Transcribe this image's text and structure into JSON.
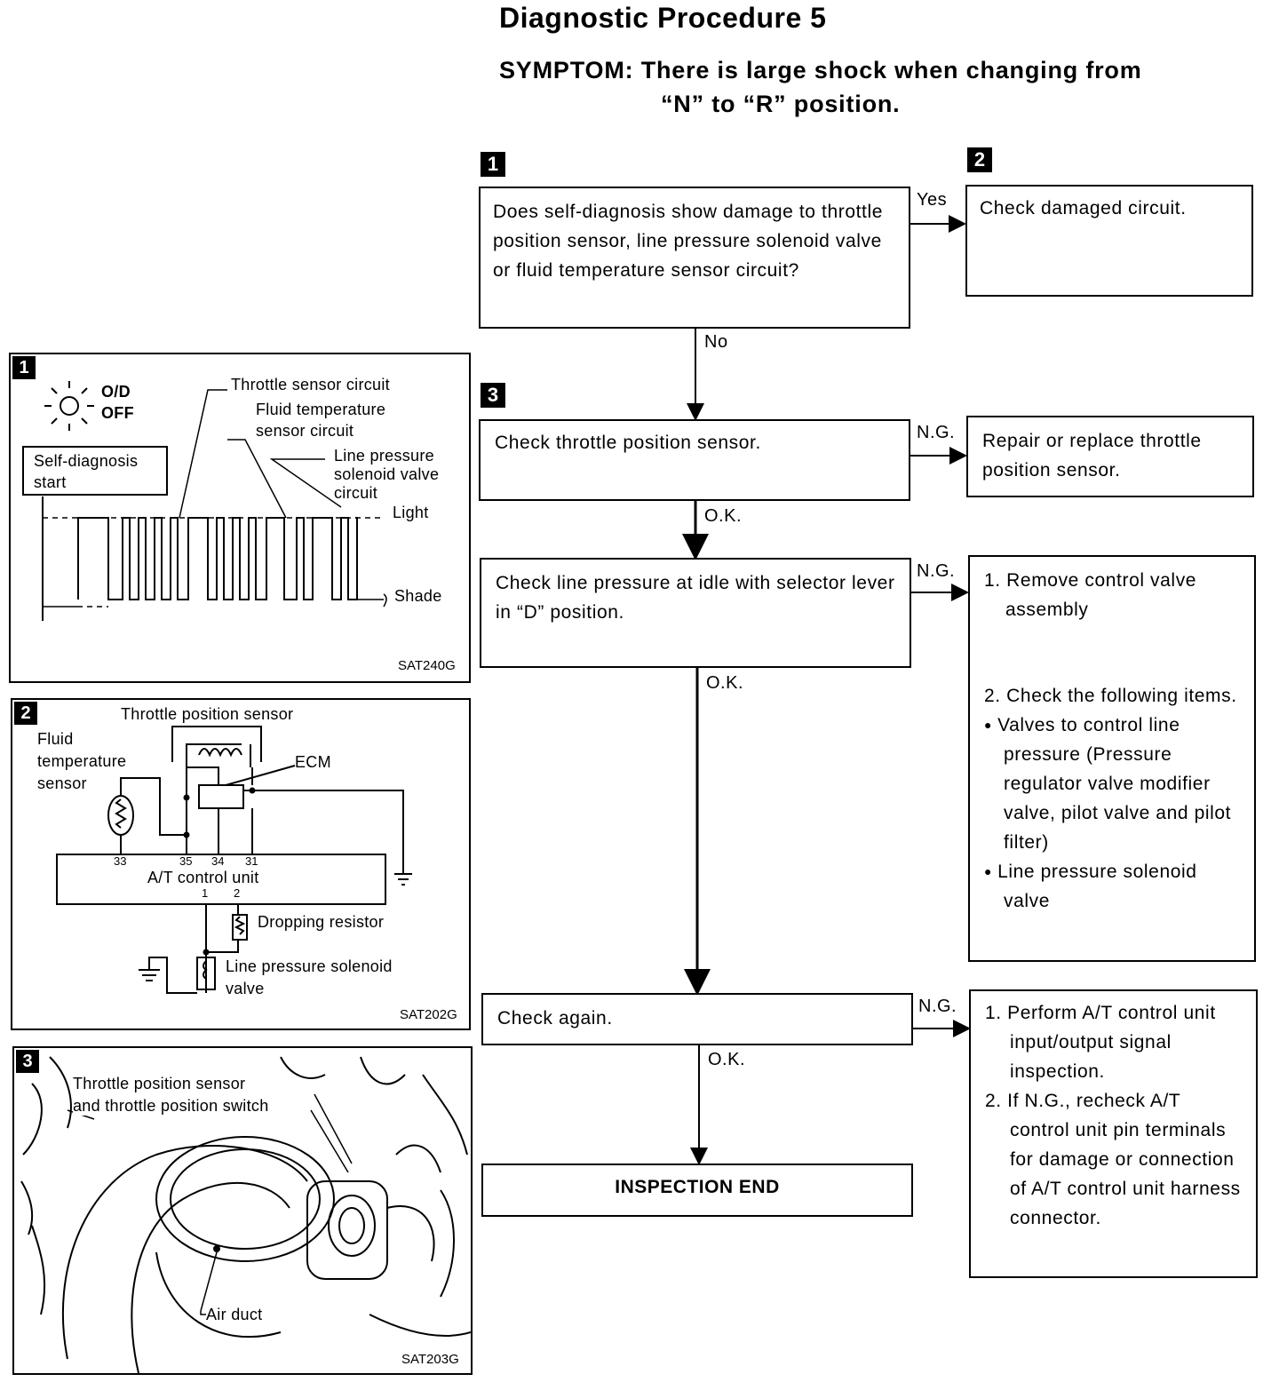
{
  "header": {
    "title": "Diagnostic Procedure 5",
    "symptom_line1": "SYMPTOM: There is large shock when changing from",
    "symptom_line2": "“N” to “R” position."
  },
  "flow": {
    "step1_num": "1",
    "step2_num": "2",
    "step3_num": "3",
    "q1": "Does self-diagnosis show damage to throttle position sensor, line pressure solenoid valve or fluid temperature sensor circuit?",
    "q1_yes": "Yes",
    "q1_no": "No",
    "a1": "Check damaged circuit.",
    "c1": "Check throttle position sensor.",
    "c1_ng": "N.G.",
    "c1_ok": "O.K.",
    "r1": "Repair or replace throttle position sensor.",
    "c2": "Check line pressure at idle with selector lever in “D” position.",
    "c2_ng": "N.G.",
    "c2_ok": "O.K.",
    "r2_item1": "1. Remove control valve assembly",
    "r2_item2": "2. Check the following items.",
    "r2_bullet1": "Valves to control line pressure (Pressure regulator valve modifier valve, pilot valve and pilot filter)",
    "r2_bullet2": "Line pressure solenoid valve",
    "c3": "Check again.",
    "c3_ng": "N.G.",
    "c3_ok": "O.K.",
    "r3_item1": "1. Perform A/T control unit input/output signal inspection.",
    "r3_item2": "2. If N.G., recheck A/T control unit pin terminals for damage or connection of A/T control unit harness connector.",
    "end": "INSPECTION END"
  },
  "panel1": {
    "num": "1",
    "od": "O/D",
    "off": "OFF",
    "throttle_circuit": "Throttle sensor circuit",
    "fluid_circuit_1": "Fluid temperature",
    "fluid_circuit_2": "sensor circuit",
    "line_circuit_1": "Line pressure",
    "line_circuit_2": "solenoid valve",
    "line_circuit_3": "circuit",
    "self_diag_1": "Self-diagnosis",
    "self_diag_2": "start",
    "light": "Light",
    "shade": "Shade",
    "code": "SAT240G"
  },
  "panel2": {
    "num": "2",
    "tps": "Throttle position sensor",
    "fluid_1": "Fluid",
    "fluid_2": "temperature",
    "fluid_3": "sensor",
    "ecm": "ECM",
    "pin33": "33",
    "pin35": "35",
    "pin34": "34",
    "pin31": "31",
    "unit": "A/T control unit",
    "pin1": "1",
    "pin2": "2",
    "resistor": "Dropping resistor",
    "solenoid_1": "Line pressure solenoid",
    "solenoid_2": "valve",
    "code": "SAT202G"
  },
  "panel3": {
    "num": "3",
    "label_1": "Throttle position sensor",
    "label_2": "and throttle position switch",
    "air_duct": "Air duct",
    "code": "SAT203G"
  }
}
